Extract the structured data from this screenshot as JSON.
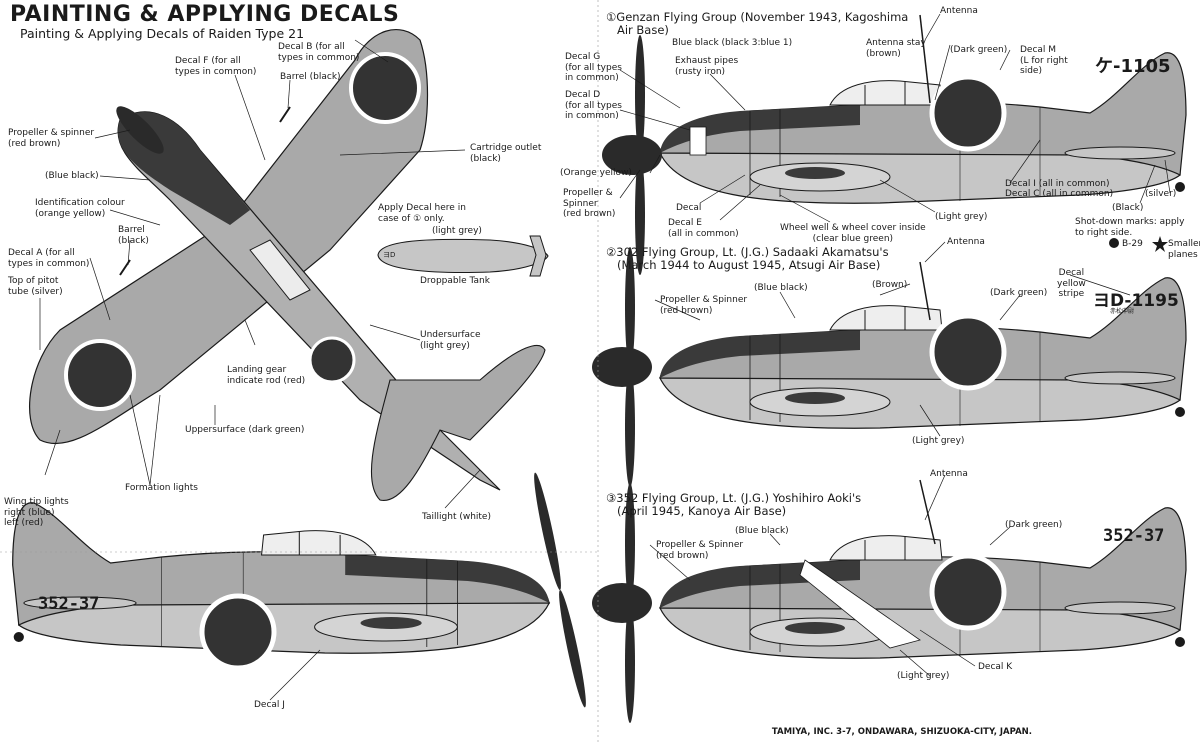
{
  "header": {
    "title": "PAINTING & APPLYING DECALS",
    "subtitle": "Painting & Applying Decals of Raiden Type 21"
  },
  "top_view": {
    "labels": {
      "decal_b": "Decal B (for all\ntypes in common)",
      "decal_f": "Decal F (for all\ntypes in common)",
      "barrel_top": "Barrel (black)",
      "propeller": "Propeller & spinner\n(red brown)",
      "cartridge": "Cartridge outlet\n(black)",
      "blue_black": "(Blue black)",
      "ident": "Identification colour\n(orange yellow)",
      "barrel": "Barrel\n(black)",
      "decal_a": "Decal A (for all\ntypes in common)",
      "pitot": "Top of pitot\ntube (silver)",
      "landing_gear": "Landing gear\nindicate rod (red)",
      "undersurface": "Undersurface\n(light grey)",
      "uppersurface": "Uppersurface (dark green)",
      "formation": "Formation lights",
      "wingtip": "Wing tip lights\nright (blue)\nleft (red)",
      "taillight": "Taillight (white)"
    }
  },
  "drop_tank": {
    "apply": "Apply Decal here in\ncase of ① only.",
    "color": "(light grey)",
    "name": "Droppable Tank"
  },
  "bottom_left": {
    "code": "352-37",
    "decal_j": "Decal J"
  },
  "group1": {
    "title": "①Genzan Flying Group (November 1943, Kagoshima\n   Air Base)",
    "code": "ケ-1105",
    "labels": {
      "antenna": "Antenna",
      "blue_black": "Blue black (black 3:blue 1)",
      "antenna_stay": "Antenna stay\n(brown)",
      "dark_green": "(Dark green)",
      "decal_m": "Decal M\n(L for right\nside)",
      "decal_g": "Decal G\n(for all types\nin common)",
      "decal_d": "Decal D\n(for all types\nin common)",
      "exhaust": "Exhaust pipes\n(rusty iron)",
      "orange": "(Orange yellow)",
      "prop": "Propeller &\nSpinner\n(red brown)",
      "decal": "Decal",
      "decal_e": "Decal E\n(all in common)",
      "wheel_well": "Wheel well & wheel cover inside\n(clear blue green)",
      "light_grey": "(Light grey)",
      "decal_i": "Decal I (all in common)",
      "decal_c": "Decal C (all in common)",
      "silver": "(silver)",
      "black": "(Black)",
      "shot_down": "Shot-down marks: apply\nto right side.",
      "b29": "B-29",
      "smaller": "Smaller\nplanes"
    }
  },
  "group2": {
    "title": "②302 Flying Group, Lt. (J.G.) Sadaaki Akamatsu's\n   (March 1944 to August 1945, Atsugi Air Base)",
    "code": "ヨD-1195",
    "pilot_name": "赤松中尉",
    "labels": {
      "antenna": "Antenna",
      "brown": "(Brown)",
      "decal_yellow": "Decal\nyellow\nstripe",
      "dark_green": "(Dark green)",
      "blue_black": "(Blue black)",
      "prop": "Propeller & Spinner\n(red brown)",
      "light_grey": "(Light grey)"
    }
  },
  "group3": {
    "title": "③352 Flying Group, Lt. (J.G.) Yoshihiro Aoki's\n   (April 1945, Kanoya Air Base)",
    "code": "352-37",
    "labels": {
      "antenna": "Antenna",
      "dark_green": "(Dark green)",
      "blue_black": "(Blue black)",
      "prop": "Propeller & Spinner\n(red brown)",
      "decal_k": "Decal K",
      "light_grey": "(Light grey)"
    }
  },
  "footer": "TAMIYA, INC. 3-7, ONDAWARA, SHIZUOKA-CITY, JAPAN.",
  "colors": {
    "dark_green": "#5b5b5b",
    "blue_black": "#3a3a3a",
    "light_grey": "#c6c6c6",
    "mid_grey": "#a9a9a9",
    "hinomaru": "#333333",
    "outline": "#1a1a1a"
  }
}
